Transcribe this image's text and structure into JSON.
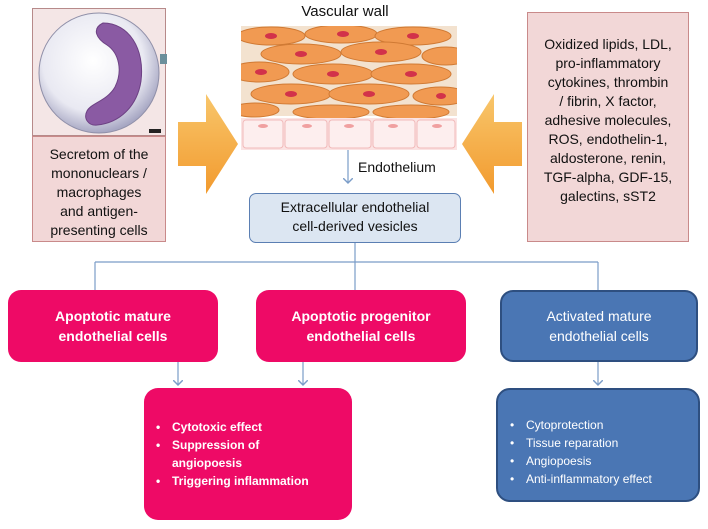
{
  "vascular_wall_label": "Vascular wall",
  "endothelium_label": "Endothelium",
  "left_box": {
    "lines": [
      "Secretom of the",
      "mononuclears /",
      "macrophages",
      "and antigen-",
      "presenting cells"
    ]
  },
  "right_box": {
    "lines": [
      "Oxidized lipids,  LDL,",
      "pro-inflammatory",
      "cytokines, thrombin",
      "/ fibrin, X factor,",
      "adhesive molecules,",
      "ROS, endothelin-1,",
      "aldosterone, renin,",
      "TGF-alpha, GDF-15,",
      "galectins, sST2"
    ]
  },
  "center_box": {
    "lines": [
      "Extracellular endothelial",
      "cell-derived vesicles"
    ]
  },
  "categories": [
    {
      "lines": [
        "Apoptotic mature",
        "endothelial cells"
      ]
    },
    {
      "lines": [
        "Apoptotic progenitor",
        "endothelial cells"
      ]
    },
    {
      "lines": [
        "Activated mature",
        "endothelial cells"
      ]
    }
  ],
  "effects_apoptotic": [
    "Cytotoxic effect",
    "Suppression of",
    "angiopoesis",
    "Triggering inflammation"
  ],
  "effects_activated": [
    "Cytoprotection",
    "Tissue reparation",
    "Angiopoesis",
    "Anti-inflammatory effect"
  ],
  "colors": {
    "magenta": "#ee0a66",
    "blue": "#4a76b4",
    "pink_box": "#f2d7d7",
    "arrow_orange": "#f6b043",
    "connector": "#7a9cc8"
  },
  "icons": [
    "macrophage-cell-image",
    "vascular-wall-image",
    "left-arrow",
    "right-arrow"
  ]
}
